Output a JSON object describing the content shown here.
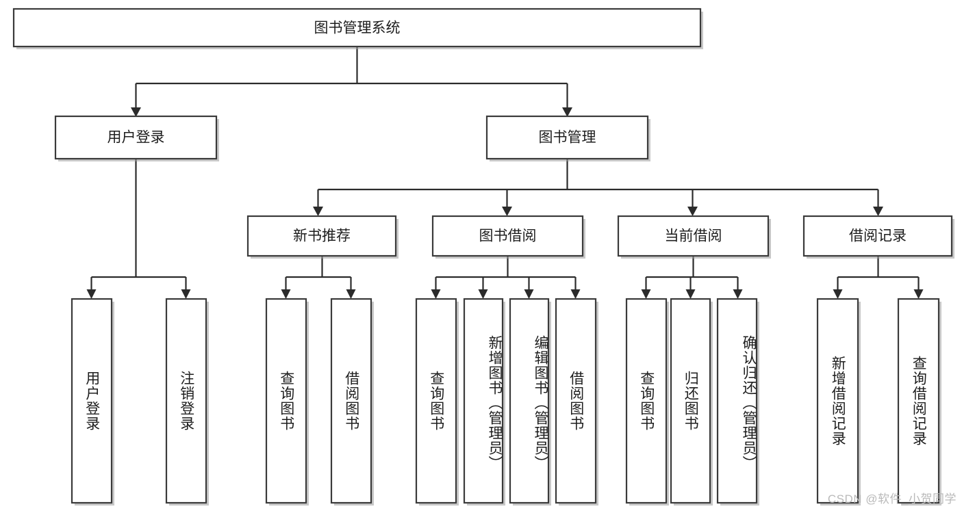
{
  "diagram": {
    "type": "tree",
    "title": "图书管理系统",
    "orientation": "top-down",
    "edge_style": "orthogonal-arrow",
    "colors": {
      "box_fill": "#ffffff",
      "box_stroke": "#3a3a3a",
      "connector": "#2b2b2b",
      "text": "#1d1d1d",
      "watermark": "#b9b9b9"
    },
    "root": {
      "label": "图书管理系统"
    },
    "level2": [
      {
        "label": "用户登录"
      },
      {
        "label": "图书管理"
      }
    ],
    "level3": [
      {
        "label": "新书推荐"
      },
      {
        "label": "图书借阅"
      },
      {
        "label": "当前借阅"
      },
      {
        "label": "借阅记录"
      }
    ],
    "leaves": {
      "user_login": [
        {
          "label": "用户登录"
        },
        {
          "label": "注销登录"
        }
      ],
      "new_book_recommend": [
        {
          "label": "查询图书"
        },
        {
          "label": "借阅图书"
        }
      ],
      "book_borrow": [
        {
          "label": "查询图书"
        },
        {
          "label": "新增图书（管理员）"
        },
        {
          "label": "编辑图书（管理员）"
        },
        {
          "label": "借阅图书"
        }
      ],
      "current_borrow": [
        {
          "label": "查询图书"
        },
        {
          "label": "归还图书"
        },
        {
          "label": "确认归还（管理员）"
        }
      ],
      "borrow_record": [
        {
          "label": "新增借阅记录"
        },
        {
          "label": "查询借阅记录"
        }
      ]
    }
  },
  "watermark": {
    "text": "CSDN @软件_小贺同学"
  }
}
